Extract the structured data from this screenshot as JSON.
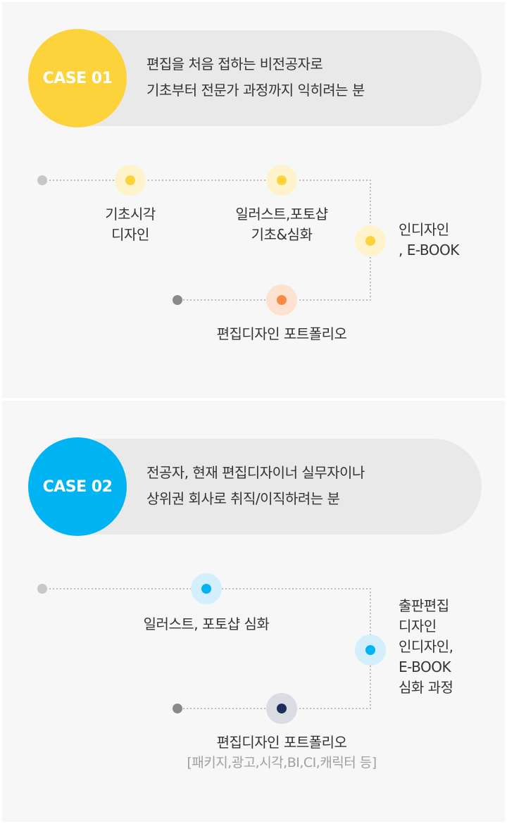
{
  "case1": {
    "badge": "CASE 01",
    "desc": [
      "편집을 처음 접하는 비전공자로",
      "기초부터 전문가 과정까지 익히려는 분"
    ],
    "steps": {
      "basic": [
        "기초시각",
        "디자인"
      ],
      "illust": [
        "일러스트,포토샵",
        "기초&심화"
      ],
      "indesign": [
        "인디자인",
        ", E-BOOK"
      ],
      "portfolio": "편집디자인 포트폴리오"
    }
  },
  "case2": {
    "badge": "CASE 02",
    "desc": [
      "전공자, 현재 편집디자이너 실무자이나",
      "상위권 회사로 취직/이직하려는 분"
    ],
    "steps": {
      "illust": "일러스트, 포토샵 심화",
      "publishing": [
        "출판편집",
        "디자인",
        "인디자인,",
        "E-BOOK",
        "심화 과정"
      ],
      "portfolio": "편집디자인 포트폴리오",
      "portfolio_sub": "[패키지,광고,시각,BI,CI,캐릭터 등]"
    }
  },
  "colors": {
    "yellow": "#fdd33b",
    "blue": "#00b3f3",
    "orange": "#fb8a48",
    "navy": "#1f2d5c"
  }
}
